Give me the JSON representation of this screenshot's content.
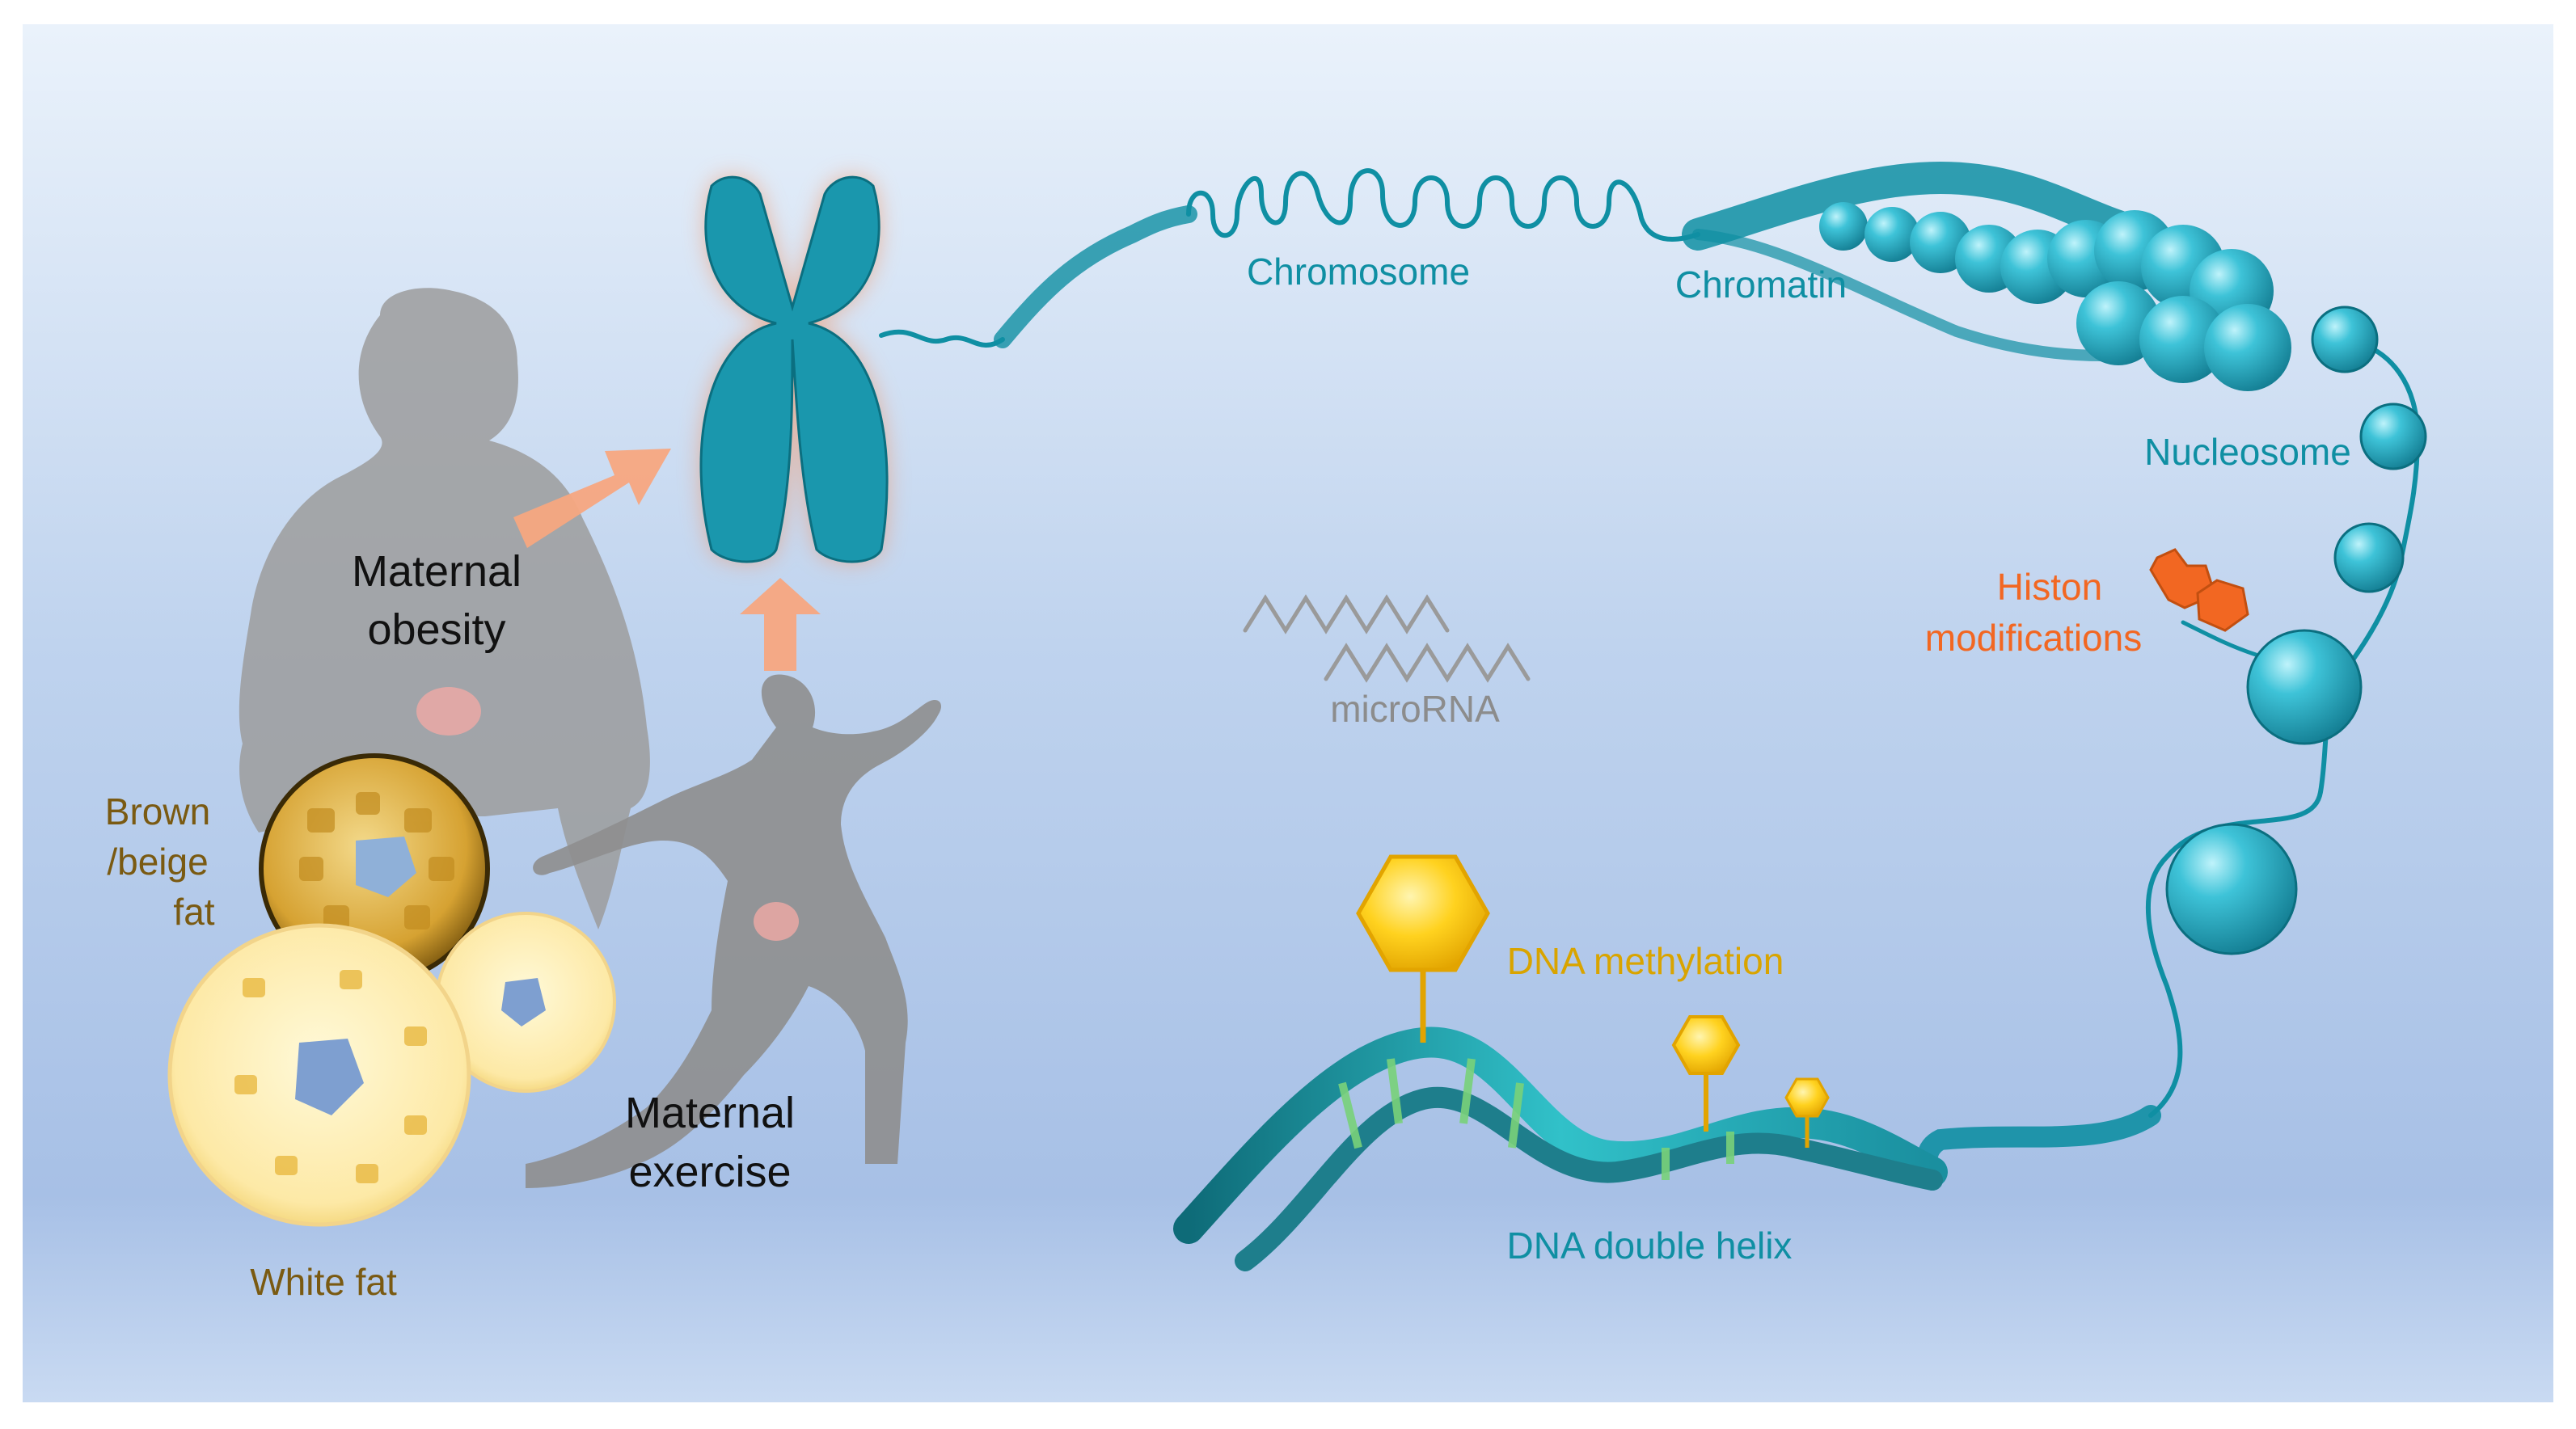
{
  "labels": {
    "chromosome": "Chromosome",
    "chromatin": "Chromatin",
    "nucleosome": "Nucleosome",
    "histon_line1": "Histon",
    "histon_line2": "modifications",
    "microrna": "microRNA",
    "dna_methylation": "DNA methylation",
    "dna_helix": "DNA double helix",
    "maternal_obesity_line1": "Maternal",
    "maternal_obesity_line2": "obesity",
    "maternal_exercise_line1": "Maternal",
    "maternal_exercise_line2": "exercise",
    "brown_fat_line1": "Brown",
    "brown_fat_line2": "/beige",
    "brown_fat_line3": "fat",
    "white_fat": "White fat"
  },
  "colors": {
    "teal": "#1a97ad",
    "teal_label": "#0f8fa3",
    "orange": "#f26722",
    "gold_label": "#d9a400",
    "brown_label": "#7a5a12",
    "gray_label": "#8c8c8c",
    "silhouette": "#9c9c9c",
    "background_top": "#e9f1fa",
    "background_bottom": "#a9c2e6"
  },
  "icons": {
    "chromosome": "x-chromosome-icon",
    "arrow": "arrow-icon",
    "fat_cell": "fat-cell-icon",
    "hexagon": "methyl-group-hexagon-icon",
    "histone_mark": "histone-mark-icon"
  }
}
